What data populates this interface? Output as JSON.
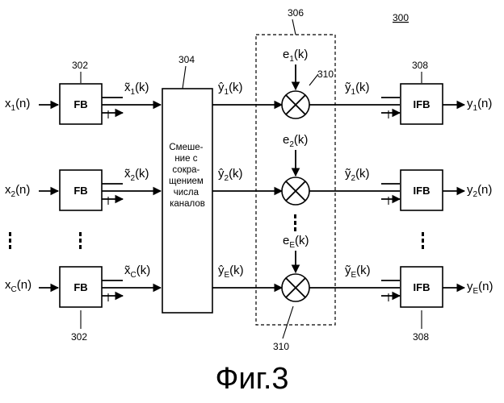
{
  "figure_number": "300",
  "caption": "Фиг.3",
  "refs": {
    "fb_top": "302",
    "fb_bottom": "302",
    "mixer_block": "304",
    "gain_group": "306",
    "ifb_top": "308",
    "ifb_bottom": "308",
    "mult_top": "310",
    "mult_bottom": "310"
  },
  "fb_label": "FB",
  "ifb_label": "IFB",
  "mixer_lines": [
    "Смеше-",
    "ние с",
    "сокра-",
    "щением",
    "числа",
    "каналов"
  ],
  "inputs": [
    {
      "base": "x",
      "sub": "1",
      "arg": "(n)"
    },
    {
      "base": "x",
      "sub": "2",
      "arg": "(n)"
    },
    {
      "base": "x",
      "sub": "C",
      "arg": "(n)"
    }
  ],
  "subbands": [
    {
      "base": "x̃",
      "sub": "1",
      "arg": "(k)"
    },
    {
      "base": "x̃",
      "sub": "2",
      "arg": "(k)"
    },
    {
      "base": "x̃",
      "sub": "C",
      "arg": "(k)"
    }
  ],
  "mixed": [
    {
      "base": "ŷ",
      "sub": "1",
      "arg": "(k)"
    },
    {
      "base": "ŷ",
      "sub": "2",
      "arg": "(k)"
    },
    {
      "base": "ŷ",
      "sub": "E",
      "arg": "(k)"
    }
  ],
  "gains": [
    {
      "base": "e",
      "sub": "1",
      "arg": "(k)"
    },
    {
      "base": "e",
      "sub": "2",
      "arg": "(k)"
    },
    {
      "base": "e",
      "sub": "E",
      "arg": "(k)"
    }
  ],
  "scaled": [
    {
      "base": "ỹ",
      "sub": "1",
      "arg": "(k)"
    },
    {
      "base": "ỹ",
      "sub": "2",
      "arg": "(k)"
    },
    {
      "base": "ỹ",
      "sub": "E",
      "arg": "(k)"
    }
  ],
  "outputs": [
    {
      "base": "y",
      "sub": "1",
      "arg": "(n)"
    },
    {
      "base": "y",
      "sub": "2",
      "arg": "(n)"
    },
    {
      "base": "y",
      "sub": "E",
      "arg": "(n)"
    }
  ]
}
